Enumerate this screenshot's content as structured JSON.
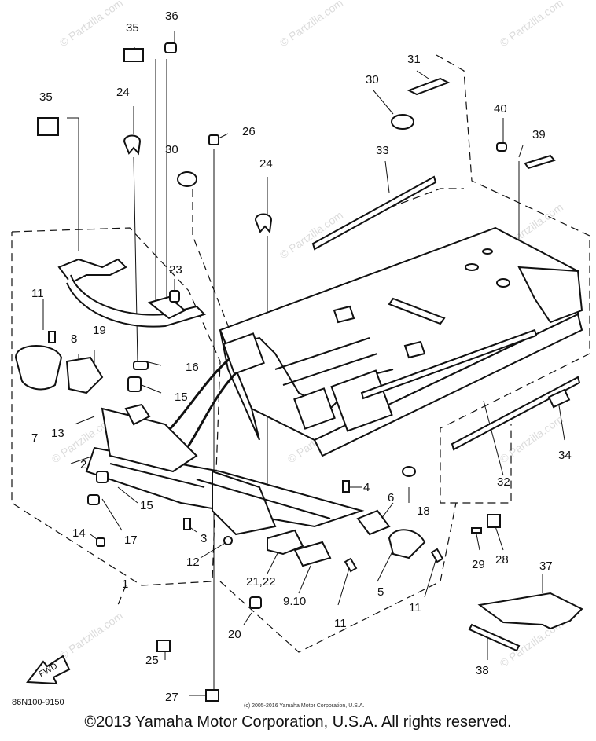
{
  "diagram": {
    "callouts": [
      "1",
      "2",
      "3",
      "4",
      "5",
      "6",
      "7",
      "8",
      "9.10",
      "11",
      "11",
      "11",
      "11",
      "12",
      "13",
      "14",
      "15",
      "15",
      "16",
      "17",
      "18",
      "19",
      "20",
      "21,22",
      "23",
      "24",
      "24",
      "25",
      "26",
      "27",
      "28",
      "29",
      "30",
      "30",
      "31",
      "32",
      "33",
      "34",
      "35",
      "35",
      "36",
      "37",
      "38",
      "39",
      "40"
    ],
    "part_code": "86N100-9150",
    "fwd_label": "FWD",
    "small_copyright": "(c) 2005-2016 Yamaha Motor Corporation, U.S.A.",
    "watermark": "© Partzilla.com"
  },
  "footer": {
    "copyright": "©2013 Yamaha Motor Corporation, U.S.A. All rights reserved."
  },
  "colors": {
    "ink": "#111111",
    "background": "#ffffff",
    "watermark": "#9a9a9a"
  }
}
